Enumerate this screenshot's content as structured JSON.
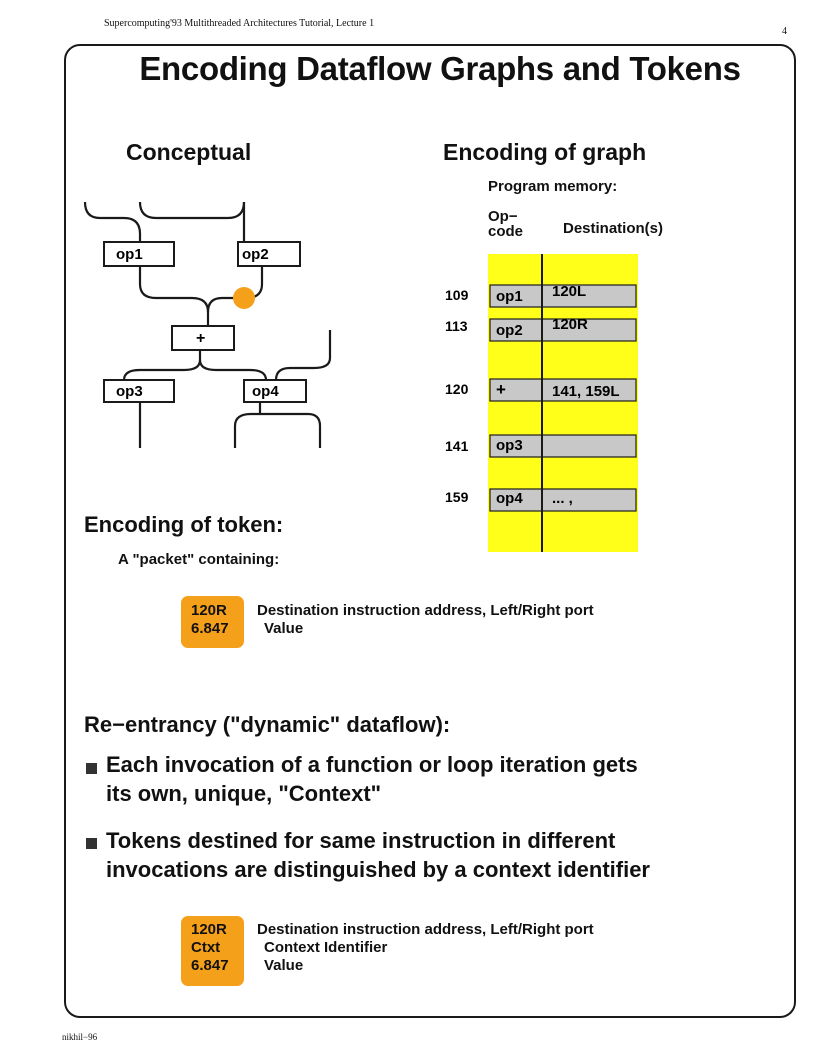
{
  "header": {
    "left_text": "Supercomputing'93 Multithreaded Architectures Tutorial, Lecture 1",
    "page_number": "4"
  },
  "footer": {
    "text": "nikhil−96"
  },
  "title": "Encoding Dataflow Graphs and Tokens",
  "conceptual": {
    "heading": "Conceptual",
    "nodes": [
      "op1",
      "op2",
      "+",
      "op3",
      "op4"
    ]
  },
  "encoding_graph": {
    "heading": "Encoding of graph",
    "program_memory_label": "Program memory:",
    "opcode_header_line1": "Op−",
    "opcode_header_line2": "code",
    "dest_header": "Destination(s)",
    "rows": [
      {
        "addr": "109",
        "op": "op1",
        "dest": "120L"
      },
      {
        "addr": "113",
        "op": "op2",
        "dest": "120R"
      },
      {
        "addr": "120",
        "op": "+",
        "dest": "141, 159L"
      },
      {
        "addr": "141",
        "op": "op3",
        "dest": ""
      },
      {
        "addr": "159",
        "op": "op4",
        "dest": "... ,"
      }
    ]
  },
  "encoding_token": {
    "heading": "Encoding of token:",
    "subheading": "A \"packet\" containing:",
    "packet": {
      "field1": "120R",
      "field2": "6.847",
      "desc1": "Destination instruction address, Left/Right port",
      "desc2": "Value"
    }
  },
  "reentrancy": {
    "heading": "Re−entrancy (\"dynamic\" dataflow):",
    "bullet1_line1": "Each invocation of a function or loop iteration gets",
    "bullet1_line2": "its own, unique, \"Context\"",
    "bullet2_line1": "Tokens destined for same instruction in different",
    "bullet2_line2": "invocations are distinguished by a context identifier",
    "packet": {
      "field1": "120R",
      "field2": "Ctxt",
      "field3": "6.847",
      "desc1": "Destination instruction address, Left/Right port",
      "desc2": "Context Identifier",
      "desc3": "Value"
    }
  },
  "colors": {
    "memory_background": "#ffff1a",
    "opcode_cell": "#c8c8c8",
    "token_box": "#f5a01a",
    "token_dot": "#f5a01a"
  }
}
